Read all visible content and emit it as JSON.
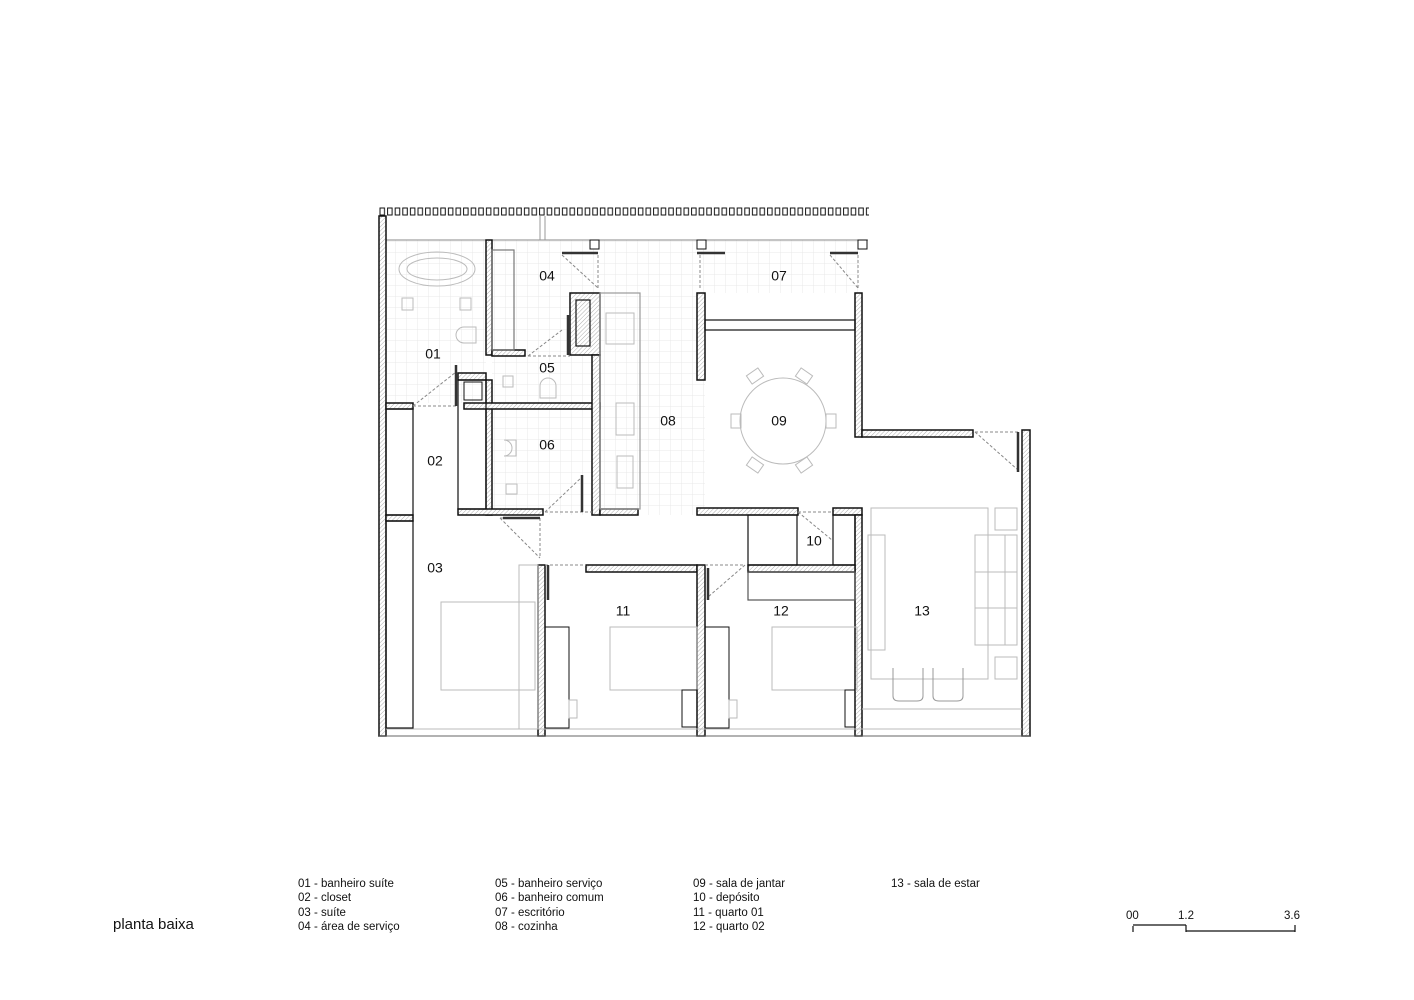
{
  "title": "planta baixa",
  "rooms": {
    "r01": "01",
    "r02": "02",
    "r03": "03",
    "r04": "04",
    "r05": "05",
    "r06": "06",
    "r07": "07",
    "r08": "08",
    "r09": "09",
    "r10": "10",
    "r11": "11",
    "r12": "12",
    "r13": "13"
  },
  "legend": [
    [
      "01 - banheiro suíte",
      "02 - closet",
      "03 - suíte",
      "04 - área de serviço"
    ],
    [
      "05 - banheiro serviço",
      "06 - banheiro comum",
      "07 - escritório",
      "08 - cozinha"
    ],
    [
      "09 - sala de jantar",
      "10 - depósito",
      "11 - quarto 01",
      "12 - quarto 02"
    ],
    [
      "13 - sala de estar"
    ]
  ],
  "scale": {
    "labels": [
      "00",
      "1.2",
      "3.6"
    ],
    "unit_values": [
      0,
      1.2,
      3.6
    ]
  },
  "colors": {
    "wall": "#111111",
    "furniture": "#bdbdbd",
    "grid": "#e6e6e6"
  }
}
